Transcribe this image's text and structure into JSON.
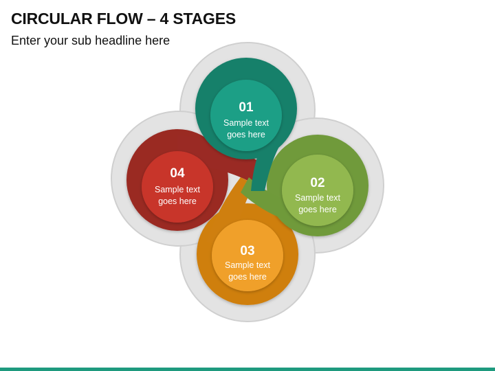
{
  "header": {
    "title": "CIRCULAR FLOW – 4 STAGES",
    "subtitle": "Enter your sub headline here"
  },
  "stages": [
    {
      "number": "01",
      "line1": "Sample text",
      "line2": "goes here",
      "color": "#1f9f86",
      "ring_color": "#17806a"
    },
    {
      "number": "02",
      "line1": "Sample text",
      "line2": "goes here",
      "color": "#92b84f",
      "ring_color": "#6f9a3a"
    },
    {
      "number": "03",
      "line1": "Sample text",
      "line2": "goes here",
      "color": "#f0a02b",
      "ring_color": "#cf7f0f"
    },
    {
      "number": "04",
      "line1": "Sample text",
      "line2": "goes here",
      "color": "#c8342c",
      "ring_color": "#9a2a24"
    }
  ],
  "colors": {
    "outer_gray": "#e3e3e3",
    "outer_gray_edge": "#cfcfcf",
    "accent_bar": "#1e9a7e"
  }
}
